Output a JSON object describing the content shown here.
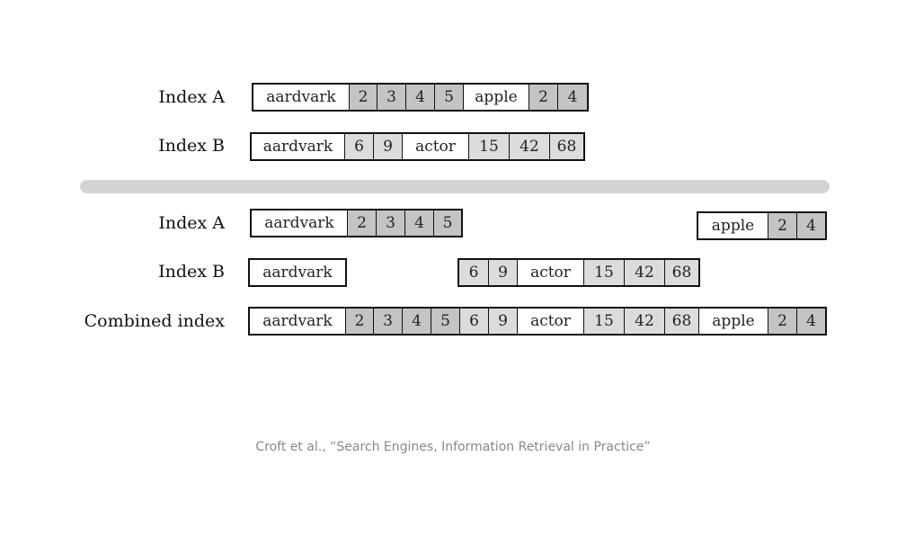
{
  "labels": {
    "index_a": "Index A",
    "index_b": "Index B",
    "combined": "Combined index"
  },
  "rows": {
    "top_a": [
      {
        "t": "aardvark",
        "s": "word"
      },
      {
        "t": "2",
        "s": "dark"
      },
      {
        "t": "3",
        "s": "dark"
      },
      {
        "t": "4",
        "s": "dark"
      },
      {
        "t": "5",
        "s": "dark"
      },
      {
        "t": "apple",
        "s": "word"
      },
      {
        "t": "2",
        "s": "dark"
      },
      {
        "t": "4",
        "s": "dark"
      }
    ],
    "top_b": [
      {
        "t": "aardvark",
        "s": "word"
      },
      {
        "t": "6",
        "s": "light"
      },
      {
        "t": "9",
        "s": "light"
      },
      {
        "t": "actor",
        "s": "word"
      },
      {
        "t": "15",
        "s": "light"
      },
      {
        "t": "42",
        "s": "light"
      },
      {
        "t": "68",
        "s": "light"
      }
    ],
    "bot_a1": [
      {
        "t": "aardvark",
        "s": "word"
      },
      {
        "t": "2",
        "s": "dark"
      },
      {
        "t": "3",
        "s": "dark"
      },
      {
        "t": "4",
        "s": "dark"
      },
      {
        "t": "5",
        "s": "dark"
      }
    ],
    "bot_a2": [
      {
        "t": "apple",
        "s": "word"
      },
      {
        "t": "2",
        "s": "dark"
      },
      {
        "t": "4",
        "s": "dark"
      }
    ],
    "bot_b1": [
      {
        "t": "aardvark",
        "s": "word"
      }
    ],
    "bot_b2": [
      {
        "t": "6",
        "s": "light"
      },
      {
        "t": "9",
        "s": "light"
      },
      {
        "t": "actor",
        "s": "word"
      },
      {
        "t": "15",
        "s": "light"
      },
      {
        "t": "42",
        "s": "light"
      },
      {
        "t": "68",
        "s": "light"
      }
    ],
    "combined": [
      {
        "t": "aardvark",
        "s": "word"
      },
      {
        "t": "2",
        "s": "dark"
      },
      {
        "t": "3",
        "s": "dark"
      },
      {
        "t": "4",
        "s": "dark"
      },
      {
        "t": "5",
        "s": "dark"
      },
      {
        "t": "6",
        "s": "light"
      },
      {
        "t": "9",
        "s": "light"
      },
      {
        "t": "actor",
        "s": "word"
      },
      {
        "t": "15",
        "s": "light"
      },
      {
        "t": "42",
        "s": "light"
      },
      {
        "t": "68",
        "s": "light"
      },
      {
        "t": "apple",
        "s": "word"
      },
      {
        "t": "2",
        "s": "dark"
      },
      {
        "t": "4",
        "s": "dark"
      }
    ]
  },
  "colors": {
    "dark": "#c4c4c4",
    "light": "#dcdcdc",
    "separator": "#d4d4d4"
  },
  "caption": "Croft et al., “Search Engines, Information Retrieval in Practice”"
}
